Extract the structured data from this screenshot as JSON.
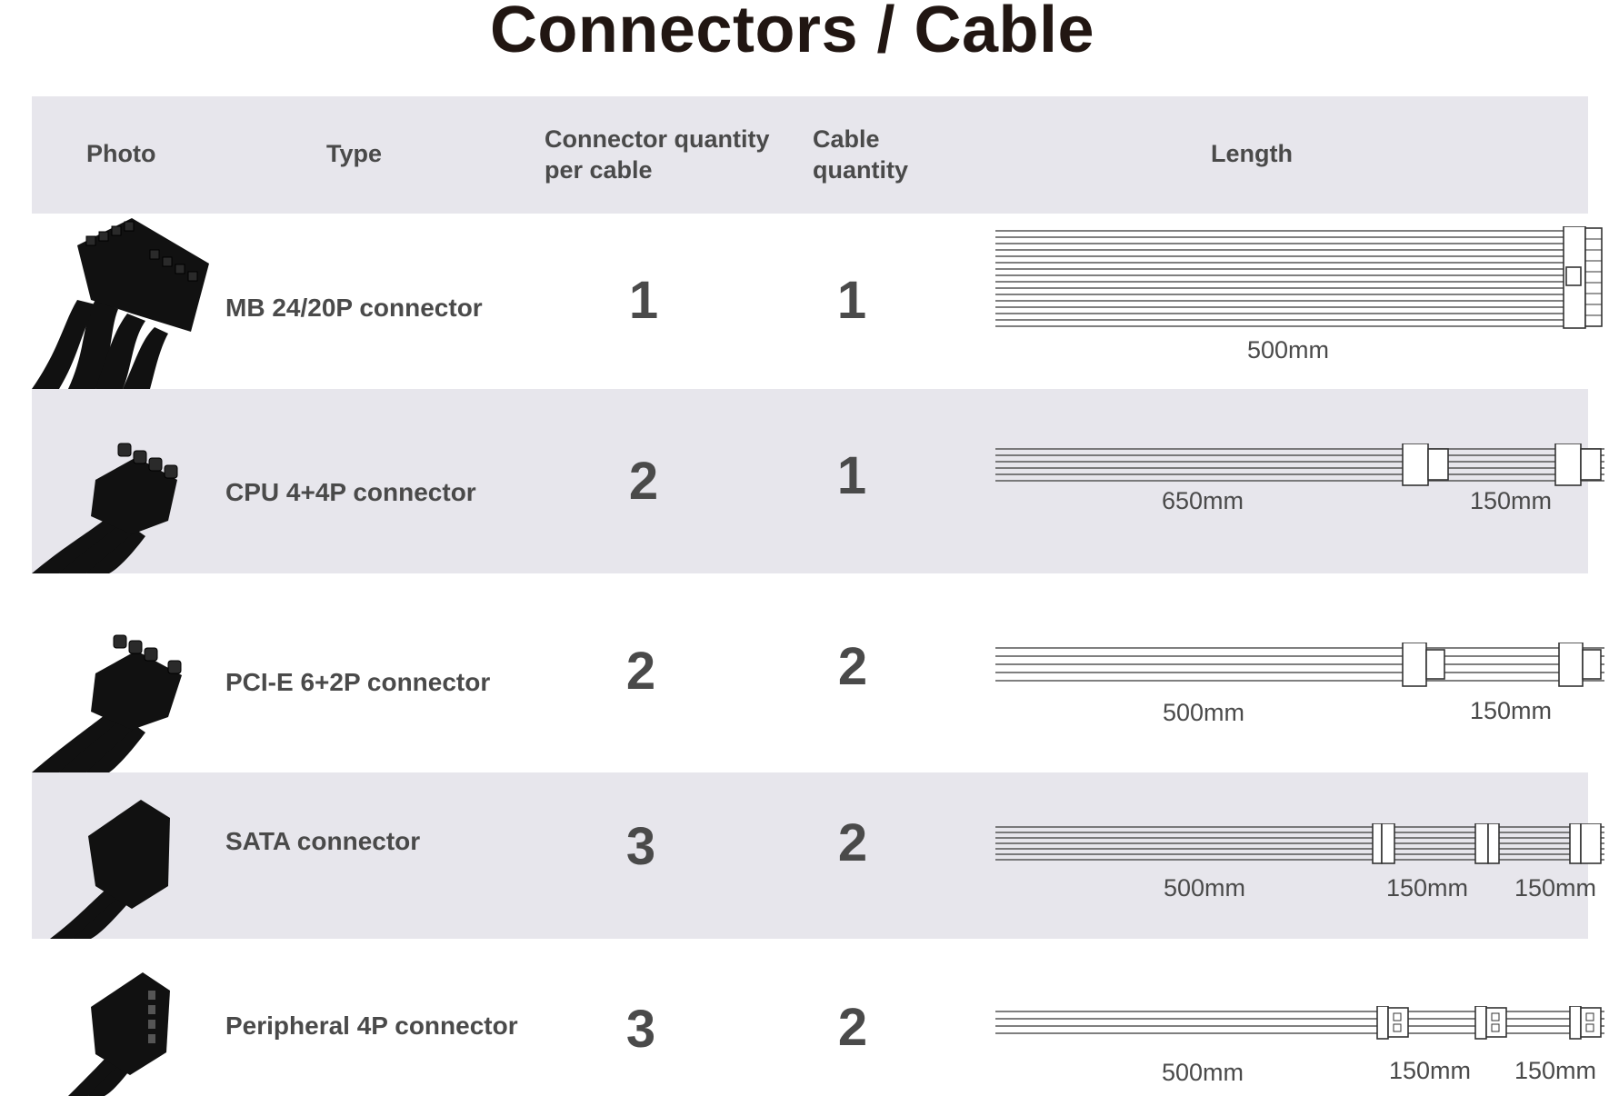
{
  "title": "Connectors / Cable",
  "headers": {
    "photo": "Photo",
    "type": "Type",
    "connector_qty_line1": "Connector quantity",
    "connector_qty_line2": "per cable",
    "cable_qty_line1": "Cable",
    "cable_qty_line2": "quantity",
    "length": "Length"
  },
  "rows": [
    {
      "type": "MB 24/20P connector",
      "connector_qty": "1",
      "cable_qty": "1",
      "lengths": [
        "500mm"
      ],
      "icon": "mb-24-pin-connector-icon"
    },
    {
      "type": "CPU 4+4P connector",
      "connector_qty": "2",
      "cable_qty": "1",
      "lengths": [
        "650mm",
        "150mm"
      ],
      "icon": "cpu-8-pin-connector-icon"
    },
    {
      "type": "PCI-E 6+2P connector",
      "connector_qty": "2",
      "cable_qty": "2",
      "lengths": [
        "500mm",
        "150mm"
      ],
      "icon": "pcie-8-pin-connector-icon"
    },
    {
      "type": "SATA connector",
      "connector_qty": "3",
      "cable_qty": "2",
      "lengths": [
        "500mm",
        "150mm",
        "150mm"
      ],
      "icon": "sata-connector-icon"
    },
    {
      "type": "Peripheral 4P connector",
      "connector_qty": "3",
      "cable_qty": "2",
      "lengths": [
        "500mm",
        "150mm",
        "150mm"
      ],
      "icon": "molex-4-pin-connector-icon"
    }
  ],
  "colors": {
    "shaded_row": "#e7e6ec",
    "title_text": "#211612",
    "body_text": "#4a4a4a"
  }
}
